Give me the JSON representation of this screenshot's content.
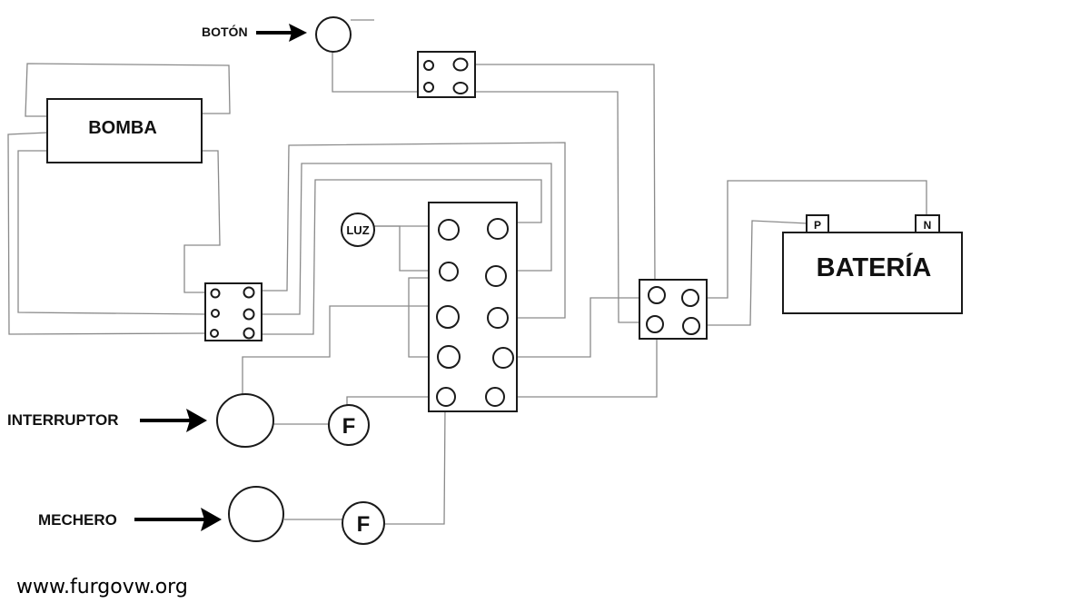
{
  "components": {
    "bomba": "BOMBA",
    "bateria": "BATERÍA",
    "bateria_pos": "P",
    "bateria_neg": "N",
    "luz": "LUZ",
    "fuse_1": "F",
    "fuse_2": "F"
  },
  "pointers": {
    "boton": "BOTÓN",
    "interruptor": "INTERRUPTOR",
    "mechero": "MECHERO"
  },
  "watermark": "www.furgovw.org"
}
